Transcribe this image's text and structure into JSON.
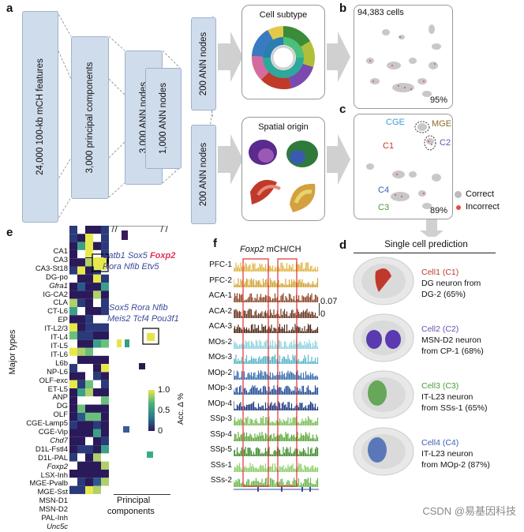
{
  "panel_a": {
    "label": "a",
    "input_layer": "24,000 100-kb mCH features",
    "layer2": "3,000 principal components",
    "layer3": "3,000 ANN nodes",
    "layer4": "1,000 ANN nodes",
    "branch1": "200 ANN nodes",
    "branch2": "200 ANN nodes",
    "out1_title": "Cell subtype",
    "out2_title": "Spatial origin"
  },
  "panel_b": {
    "label": "b",
    "cells": "94,383 cells",
    "accuracy": "95%"
  },
  "panel_c": {
    "label": "c",
    "cge": "CGE",
    "mge": "MGE",
    "c1": "C1",
    "c2": "C2",
    "c3": "C3",
    "c4": "C4",
    "accuracy": "89%",
    "legend_correct": "Correct",
    "legend_incorrect": "Incorrect"
  },
  "panel_e": {
    "label": "e",
    "ylabel": "Major types",
    "xlabel1": "Principal",
    "xlabel2": "components",
    "rows": [
      "CA1",
      "CA3",
      "CA3-St18",
      "DG-po",
      "Gfra1",
      "IG-CA2",
      "CLA",
      "CT-L6",
      "EP",
      "IT-L2/3",
      "IT-L4",
      "IT-L5",
      "IT-L6",
      "L6b",
      "NP-L6",
      "OLF-exc",
      "ET-L5",
      "ANP",
      "DG",
      "OLF",
      "CGE-Lamp5",
      "CGE-Vip",
      "Chd7",
      "D1L-Fstl4",
      "D1L-PAL",
      "Foxp2",
      "LSX-Inh",
      "MGE-Pvalb",
      "MGE-Sst",
      "MSN-D1",
      "MSN-D2",
      "PAL-Inh",
      "Unc5c"
    ],
    "genes1a": "Satb1",
    "genes1b": "Sox5",
    "genes1c": "Foxp2",
    "genes1d": "Rora Nfib Etv5",
    "genes2a": "Sox5 Rora Nfib",
    "genes2b": "Meis2 Tcf4 Pou3f1",
    "cbar_title": "Acc. Δ %",
    "cbar_max": "1.0",
    "cbar_mid": "0.5",
    "cbar_min": "0"
  },
  "panel_f": {
    "label": "f",
    "title_gene": "Foxp2",
    "title_rest": " mCH/CH",
    "scale_top": "0.07",
    "scale_bot": "0",
    "tracks": [
      {
        "name": "PFC-1",
        "color": "#e0b84a"
      },
      {
        "name": "PFC-2",
        "color": "#d4a63a"
      },
      {
        "name": "ACA-1",
        "color": "#8c4a2c"
      },
      {
        "name": "ACA-2",
        "color": "#6e3a24"
      },
      {
        "name": "ACA-3",
        "color": "#4e2a1a"
      },
      {
        "name": "MOs-2",
        "color": "#8fd3de"
      },
      {
        "name": "MOs-3",
        "color": "#5bb7c8"
      },
      {
        "name": "MOp-2",
        "color": "#3a6fb0"
      },
      {
        "name": "MOp-3",
        "color": "#28509a"
      },
      {
        "name": "MOp-4",
        "color": "#1e3a80"
      },
      {
        "name": "SSp-3",
        "color": "#7cbf5a"
      },
      {
        "name": "SSp-4",
        "color": "#5ca83c"
      },
      {
        "name": "SSp-5",
        "color": "#3e8c2c"
      },
      {
        "name": "SSs-1",
        "color": "#8fcf6a"
      },
      {
        "name": "SSs-2",
        "color": "#6cb64c"
      }
    ]
  },
  "panel_d": {
    "label": "d",
    "title": "Single cell prediction",
    "cells": [
      {
        "head": "Cell1 (C1)",
        "line1": "DG neuron from",
        "line2": "DG-2 (65%)",
        "color": "#c0392b"
      },
      {
        "head": "Cell2 (C2)",
        "line1": "MSN-D2 neuron",
        "line2": "from CP-1 (68%)",
        "color": "#6a4fb0"
      },
      {
        "head": "Cell3 (C3)",
        "line1": "IT-L23 neuron",
        "line2": "from SSs-1 (65%)",
        "color": "#4a9a3a"
      },
      {
        "head": "Cell4 (C4)",
        "line1": "IT-L23 neuron",
        "line2": "from MOp-2 (87%)",
        "color": "#3a5fb0"
      }
    ]
  },
  "watermark": "CSDN @易基因科技"
}
